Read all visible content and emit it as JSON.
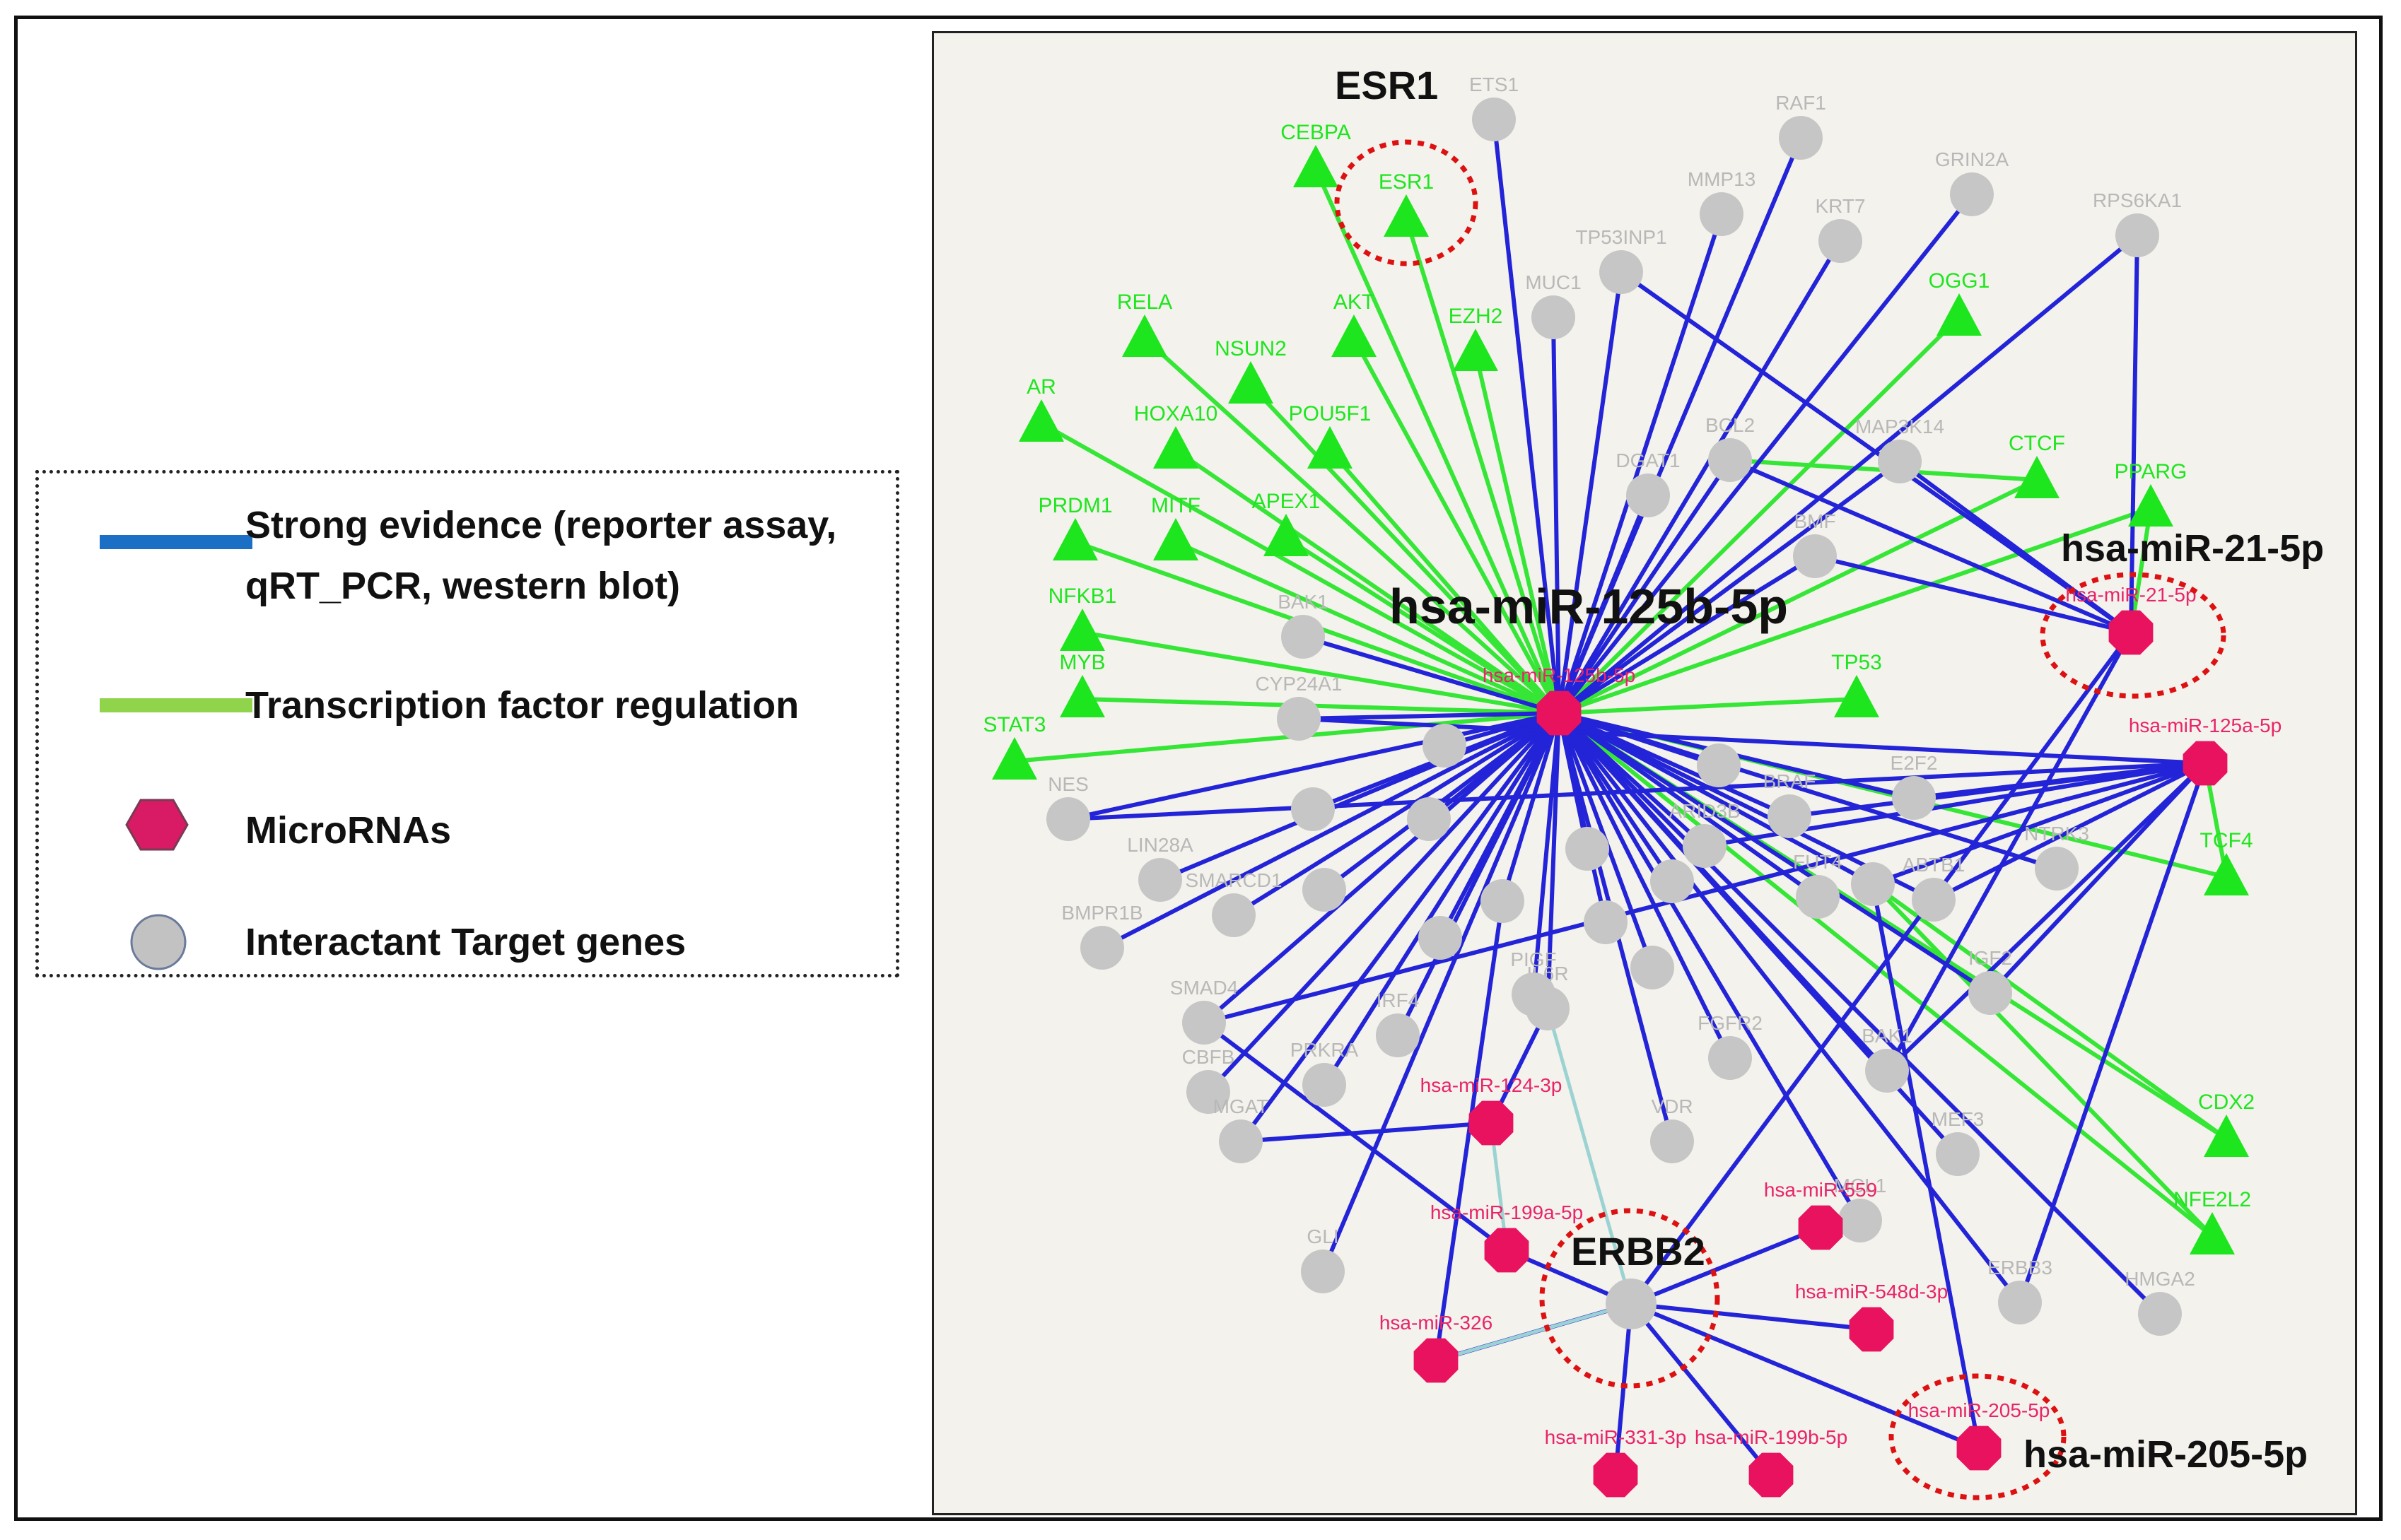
{
  "legend": {
    "items": [
      {
        "kind": "line",
        "color": "#1b6fc4",
        "text": "Strong evidence (reporter assay,\nqRT_PCR, western blot)"
      },
      {
        "kind": "line",
        "color": "#8fd44a",
        "text": "Transcription factor regulation"
      },
      {
        "kind": "hexagon",
        "color": "#d91a64",
        "text": "MicroRNAs"
      },
      {
        "kind": "circle",
        "color": "#c2c2c2",
        "text": "Interactant Target genes"
      }
    ]
  },
  "highlights": {
    "esr1": "ESR1",
    "mir125b": "hsa-miR-125b-5p",
    "mir21": "hsa-miR-21-5p",
    "erbb2": "ERBB2",
    "mir205": "hsa-miR-205-5p"
  },
  "colors": {
    "strong_edge": "#2323d8",
    "tf_edge": "#36e636",
    "tf_node": "#1ee61e",
    "tf_label": "#1ee61e",
    "gene_node": "#c6c6c6",
    "gene_label": "#b8b8b8",
    "mirna_node": "#e8125e",
    "mirna_label": "#e8246a",
    "mirna_link": "#9bd3d3",
    "highlight_ring": "#dd1111",
    "panel_bg": "#f4f2ec"
  },
  "network": {
    "center": "hsa-miR-125b-5p",
    "mirnas": [
      {
        "id": "c",
        "label": "hsa-miR-125b-5p"
      },
      {
        "id": "m21",
        "label": "hsa-miR-21-5p"
      },
      {
        "id": "m125a",
        "label": "hsa-miR-125a-5p"
      },
      {
        "id": "m124",
        "label": "hsa-miR-124-3p"
      },
      {
        "id": "m199a",
        "label": "hsa-miR-199a-5p"
      },
      {
        "id": "m326",
        "label": "hsa-miR-326"
      },
      {
        "id": "m559",
        "label": "hsa-miR-559"
      },
      {
        "id": "m548",
        "label": "hsa-miR-548d-3p"
      },
      {
        "id": "m205",
        "label": "hsa-miR-205-5p"
      },
      {
        "id": "m331",
        "label": "hsa-miR-331-3p"
      },
      {
        "id": "m199b",
        "label": "hsa-miR-199b-5p"
      }
    ],
    "tfs": [
      {
        "id": "CEBPA",
        "label": "CEBPA"
      },
      {
        "id": "ESR1",
        "label": "ESR1"
      },
      {
        "id": "AKT",
        "label": "AKT"
      },
      {
        "id": "EZH2",
        "label": "EZH2"
      },
      {
        "id": "RELA",
        "label": "RELA"
      },
      {
        "id": "NSUN2",
        "label": "NSUN2"
      },
      {
        "id": "AR",
        "label": "AR"
      },
      {
        "id": "HOXA10",
        "label": "HOXA10"
      },
      {
        "id": "POU5F1",
        "label": "POU5F1"
      },
      {
        "id": "PRDM1",
        "label": "PRDM1"
      },
      {
        "id": "MITF",
        "label": "MITF"
      },
      {
        "id": "APEX1",
        "label": "APEX1"
      },
      {
        "id": "NFKB1",
        "label": "NFKB1"
      },
      {
        "id": "MYB",
        "label": "MYB"
      },
      {
        "id": "STAT3",
        "label": "STAT3"
      },
      {
        "id": "OGG1",
        "label": "OGG1"
      },
      {
        "id": "CTCF",
        "label": "CTCF"
      },
      {
        "id": "PPARG",
        "label": "PPARG"
      },
      {
        "id": "TP53",
        "label": "TP53"
      },
      {
        "id": "TCF4",
        "label": "TCF4"
      },
      {
        "id": "CDX2",
        "label": "CDX2"
      },
      {
        "id": "NFE2L2",
        "label": "NFE2L2"
      }
    ],
    "genes": [
      {
        "id": "ETS1",
        "label": "ETS1"
      },
      {
        "id": "RAF1",
        "label": "RAF1"
      },
      {
        "id": "MMP13",
        "label": "MMP13"
      },
      {
        "id": "GRIN2A",
        "label": "GRIN2A"
      },
      {
        "id": "KRT7",
        "label": "KRT7"
      },
      {
        "id": "RPS6KA1",
        "label": "RPS6KA1"
      },
      {
        "id": "TP53INP1",
        "label": "TP53INP1"
      },
      {
        "id": "MUC1",
        "label": "MUC1"
      },
      {
        "id": "BCL2",
        "label": "BCL2"
      },
      {
        "id": "MAP3K14",
        "label": "MAP3K14"
      },
      {
        "id": "IDUA",
        "label": "DGAT1"
      },
      {
        "id": "BMF2",
        "label": "BMF"
      },
      {
        "id": "BAK1a",
        "label": "BAK1"
      },
      {
        "id": "CYP24A1",
        "label": "CYP24A1"
      },
      {
        "id": "NES",
        "label": "NES"
      },
      {
        "id": "LIN28A",
        "label": "LIN28A"
      },
      {
        "id": "SMARCD1",
        "label": "SMARCD1"
      },
      {
        "id": "BMPR1B",
        "label": "BMPR1B"
      },
      {
        "id": "SMAD4",
        "label": "SMAD4"
      },
      {
        "id": "CBFB",
        "label": "CBFB"
      },
      {
        "id": "MGAT",
        "label": "MGAT"
      },
      {
        "id": "PRKRA",
        "label": "PRKRA"
      },
      {
        "id": "IRF4",
        "label": "IRF4"
      },
      {
        "id": "ARID3B",
        "label": "ARID3B"
      },
      {
        "id": "E2F2",
        "label": "E2F2"
      },
      {
        "id": "ABTB1",
        "label": "ABTB1"
      },
      {
        "id": "IGF2",
        "label": "IGF2"
      },
      {
        "id": "NTRK3",
        "label": "NTRK3"
      },
      {
        "id": "FGFR2",
        "label": "FGFR2"
      },
      {
        "id": "IL6R",
        "label": "IL6R"
      },
      {
        "id": "VDR",
        "label": "VDR"
      },
      {
        "id": "PIGF",
        "label": "PIGF"
      },
      {
        "id": "BAK1",
        "label": "BAK1"
      },
      {
        "id": "ERBB3",
        "label": "ERBB3"
      },
      {
        "id": "HMGA2",
        "label": "HMGA2"
      },
      {
        "id": "GLI",
        "label": "GLI"
      },
      {
        "id": "ERBB2",
        "label": ""
      },
      {
        "id": "MCL1",
        "label": "MCL1"
      },
      {
        "id": "BRAF",
        "label": "BRAF"
      },
      {
        "id": "FUT4",
        "label": "FUT4"
      },
      {
        "id": "MEF3",
        "label": "MEF3"
      }
    ]
  }
}
